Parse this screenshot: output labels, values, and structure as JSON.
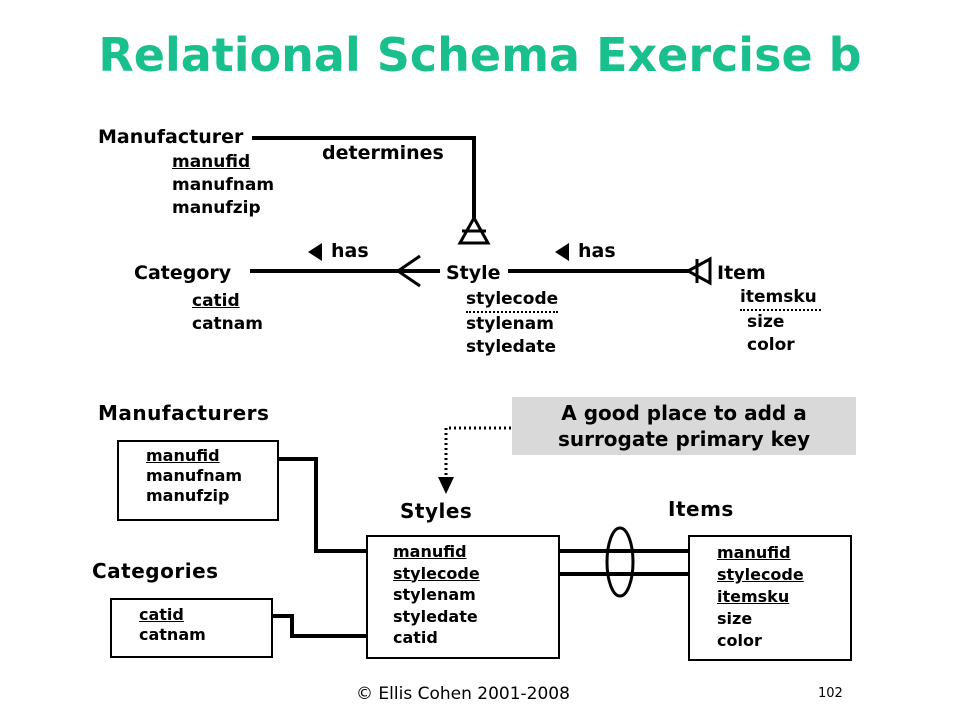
{
  "title": "Relational Schema Exercise b",
  "er": {
    "manufacturer": {
      "name": "Manufacturer",
      "attrs": [
        "manufid",
        "manufnam",
        "manufzip"
      ]
    },
    "category": {
      "name": "Category",
      "attrs": [
        "catid",
        "catnam"
      ]
    },
    "style": {
      "name": "Style",
      "attrs": [
        "stylecode",
        "stylenam",
        "styledate"
      ]
    },
    "item": {
      "name": "Item",
      "attrs": [
        "itemsku",
        "size",
        "color"
      ]
    },
    "relationships": {
      "determines": "determines",
      "has_left": "has",
      "has_right": "has"
    }
  },
  "tables": {
    "manufacturers": {
      "name": "Manufacturers",
      "cols": [
        "manufid",
        "manufnam",
        "manufzip"
      ]
    },
    "categories": {
      "name": "Categories",
      "cols": [
        "catid",
        "catnam"
      ]
    },
    "styles": {
      "name": "Styles",
      "cols": [
        "manufid",
        "stylecode",
        "stylenam",
        "styledate",
        "catid"
      ]
    },
    "items": {
      "name": "Items",
      "cols": [
        "manufid",
        "stylecode",
        "itemsku",
        "size",
        "color"
      ]
    }
  },
  "callout": {
    "line1": "A good place to add a",
    "line2": "surrogate primary key"
  },
  "footer": {
    "copyright": "© Ellis Cohen 2001-2008",
    "page": "102"
  }
}
